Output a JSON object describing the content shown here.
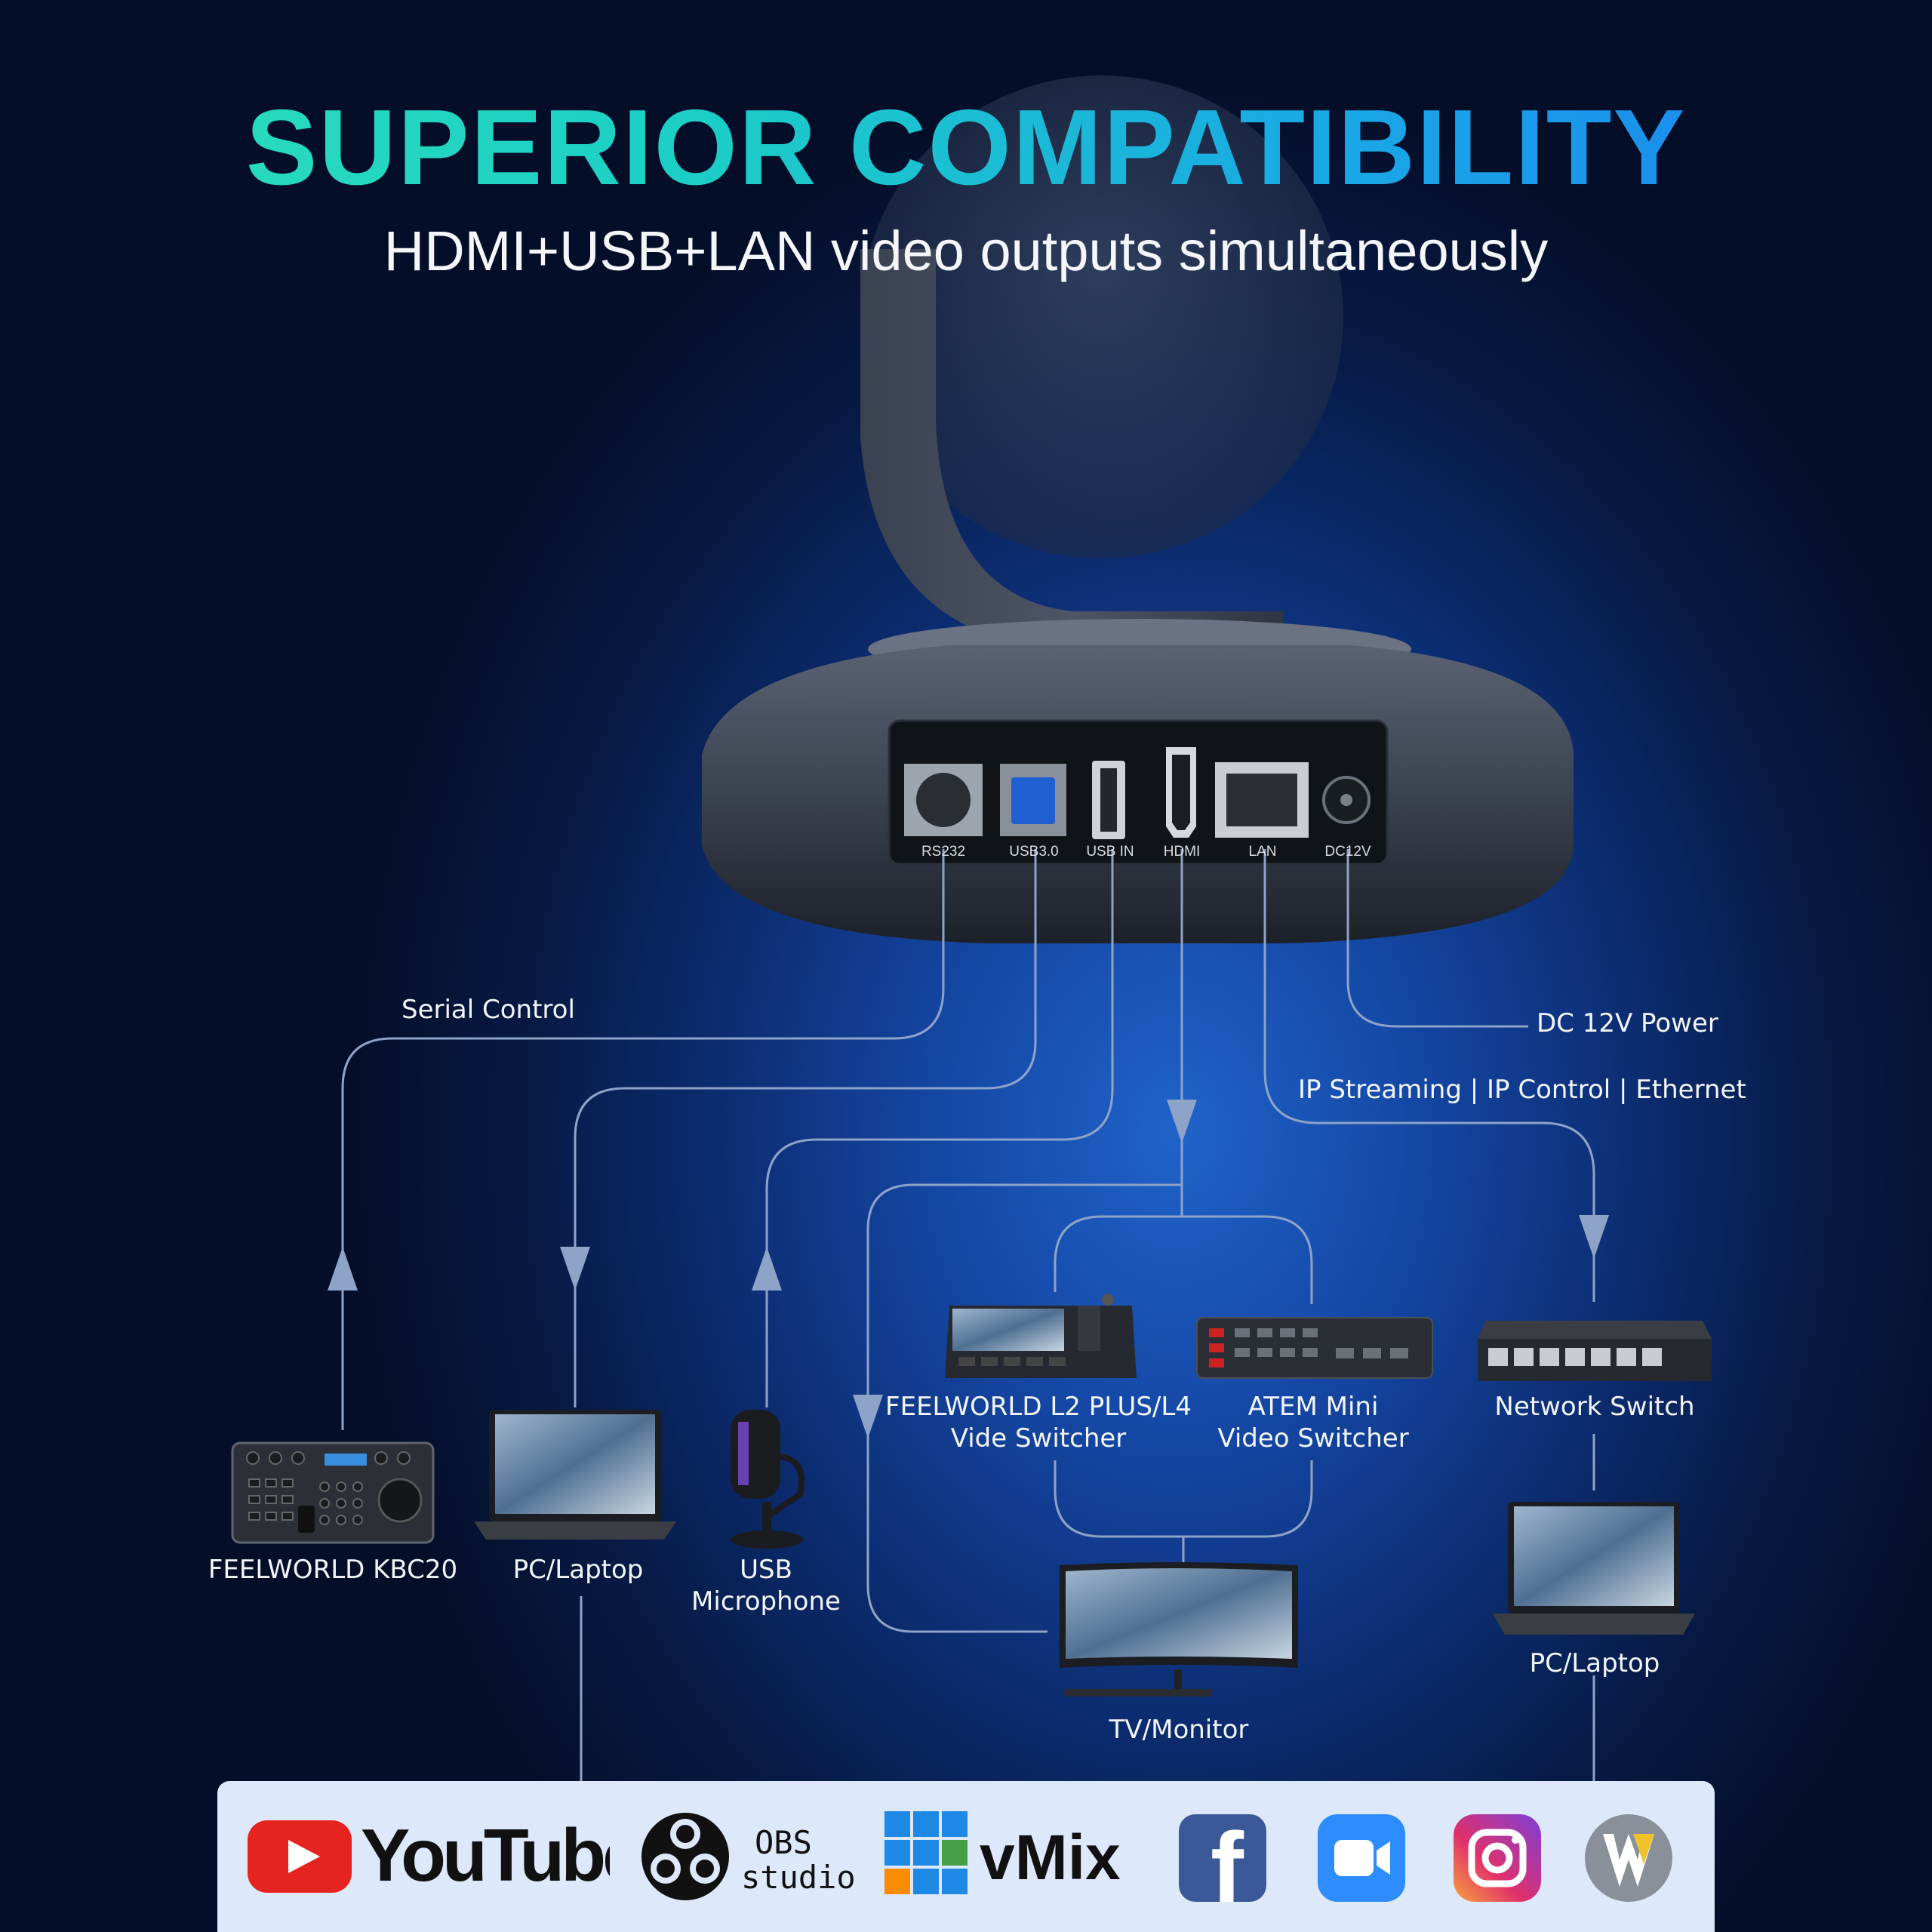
{
  "header": {
    "title": "SUPERIOR COMPATIBILITY",
    "subtitle": "HDMI+USB+LAN video outputs simultaneously"
  },
  "ports": [
    {
      "id": "rs232",
      "label": "RS232"
    },
    {
      "id": "usb30",
      "label": "USB3.0"
    },
    {
      "id": "usbin",
      "label": "USB IN"
    },
    {
      "id": "hdmi",
      "label": "HDMI"
    },
    {
      "id": "lan",
      "label": "LAN"
    },
    {
      "id": "dc12v",
      "label": "DC12V"
    }
  ],
  "connections": {
    "serial": "Serial Control",
    "power": "DC 12V Power",
    "ip": "IP Streaming | IP Control | Ethernet"
  },
  "devices": {
    "kbc20": "FEELWORLD KBC20",
    "pc_left": "PC/Laptop",
    "mic_line1": "USB",
    "mic_line2": "Microphone",
    "l2_line1": "FEELWORLD L2 PLUS/L4",
    "l2_line2": "Vide Switcher",
    "atem_line1": "ATEM Mini",
    "atem_line2": "Video Switcher",
    "switch": "Network Switch",
    "pc_right": "PC/Laptop",
    "monitor": "TV/Monitor"
  },
  "logos": {
    "youtube": "YouTube",
    "obs_line1": "OBS",
    "obs_line2": "studio",
    "vmix": "vMix",
    "facebook": "f"
  },
  "colors": {
    "youtube_red": "#e52420",
    "facebook_blue": "#3b5998",
    "zoom_blue": "#2d8cff",
    "line": "#8ea3c8"
  }
}
